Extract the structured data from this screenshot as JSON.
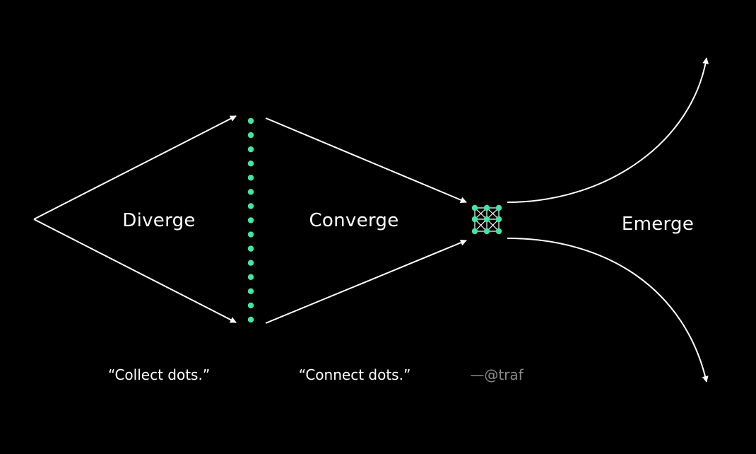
{
  "stages": {
    "diverge": "Diverge",
    "converge": "Converge",
    "emerge": "Emerge"
  },
  "quotes": {
    "collect": "“Collect dots.”",
    "connect": "“Connect dots.”"
  },
  "attribution": "—@traf",
  "colors": {
    "background": "#000000",
    "line": "#ffffff",
    "dot": "#3ee8a4",
    "attribution": "#8a8a8a"
  }
}
